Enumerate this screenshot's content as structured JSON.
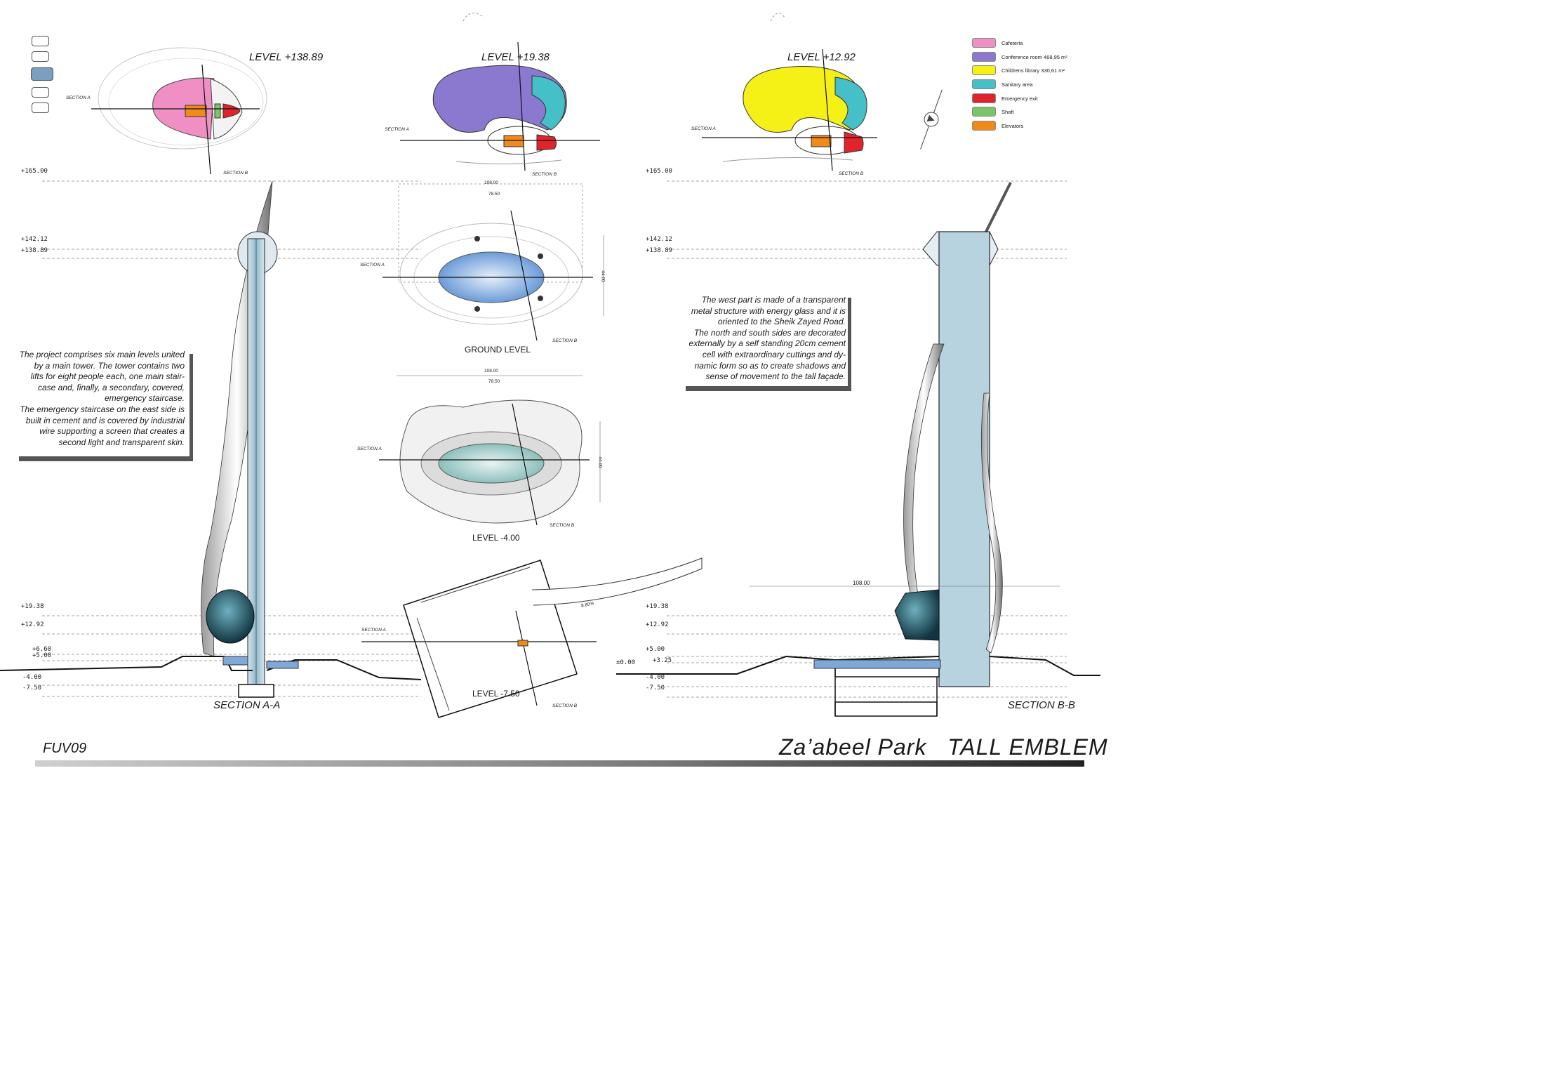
{
  "title": "Za’abeel Park   TALL EMBLEM",
  "project_code": "FUV09",
  "plans": {
    "level_13889": "LEVEL +138.89",
    "level_1938": "LEVEL +19.38",
    "level_1292": "LEVEL +12.92",
    "ground": "GROUND  LEVEL",
    "level_m400": "LEVEL -4.00",
    "level_m750": "LEVEL -7.50"
  },
  "section_marks": {
    "a": "SECTION A",
    "b": "SECTION B"
  },
  "sections": {
    "aa": "SECTION A-A",
    "bb": "SECTION B-B"
  },
  "elevations_left": [
    "+165.00",
    "+142.12",
    "+138.89",
    "+19.38",
    "+12.92",
    "+6.60",
    "+5.00",
    "-4.00",
    "-7.50"
  ],
  "elevations_right": [
    "+165.00",
    "+142.12",
    "+138.89",
    "+19.38",
    "+12.92",
    "+5.00",
    "+3.25",
    "±0.00",
    "-4.00",
    "-7.50"
  ],
  "dimensions": {
    "d108": "108.00",
    "d7850": "78.50",
    "d4400": "44.00",
    "slope": "8.80%"
  },
  "legend": [
    {
      "label": "Cafeteria",
      "color": "#ef8fc4"
    },
    {
      "label": "Conference room 468,95 m²",
      "color": "#8b78cf"
    },
    {
      "label": "Childrens library 330,61 m²",
      "color": "#f5f016"
    },
    {
      "label": "Sanitary area",
      "color": "#45bfc8"
    },
    {
      "label": "Emergency exit",
      "color": "#e0242c"
    },
    {
      "label": "Shaft",
      "color": "#7cc46a"
    },
    {
      "label": "Elevators",
      "color": "#f08a1a"
    }
  ],
  "notes": {
    "left": [
      "The project comprises six main levels united",
      "by a main tower. The tower contains two",
      "lifts for eight people each, one main stair-",
      "case and, finally, a secondary, covered,",
      "emergency staircase.",
      "The emergency staircase on the east side is",
      "built in cement and is covered by industrial",
      "wire supporting a screen that creates a",
      "second light and transparent skin."
    ],
    "right": [
      "The west part is made of a transparent",
      "metal structure with energy glass and it is",
      "oriented to the Sheik Zayed Road.",
      "The north and south sides are decorated",
      "externally by a self standing 20cm cement",
      "cell with extraordinary cuttings and dy-",
      "namic form so as to create shadows and",
      "sense of movement to the tall façade."
    ]
  },
  "colors": {
    "glass": "#5a8ea6",
    "tower_blue": "#9cc4d6",
    "water": "#7fa8d8",
    "teal_pod": "#2f6a7a",
    "line": "#222222"
  }
}
